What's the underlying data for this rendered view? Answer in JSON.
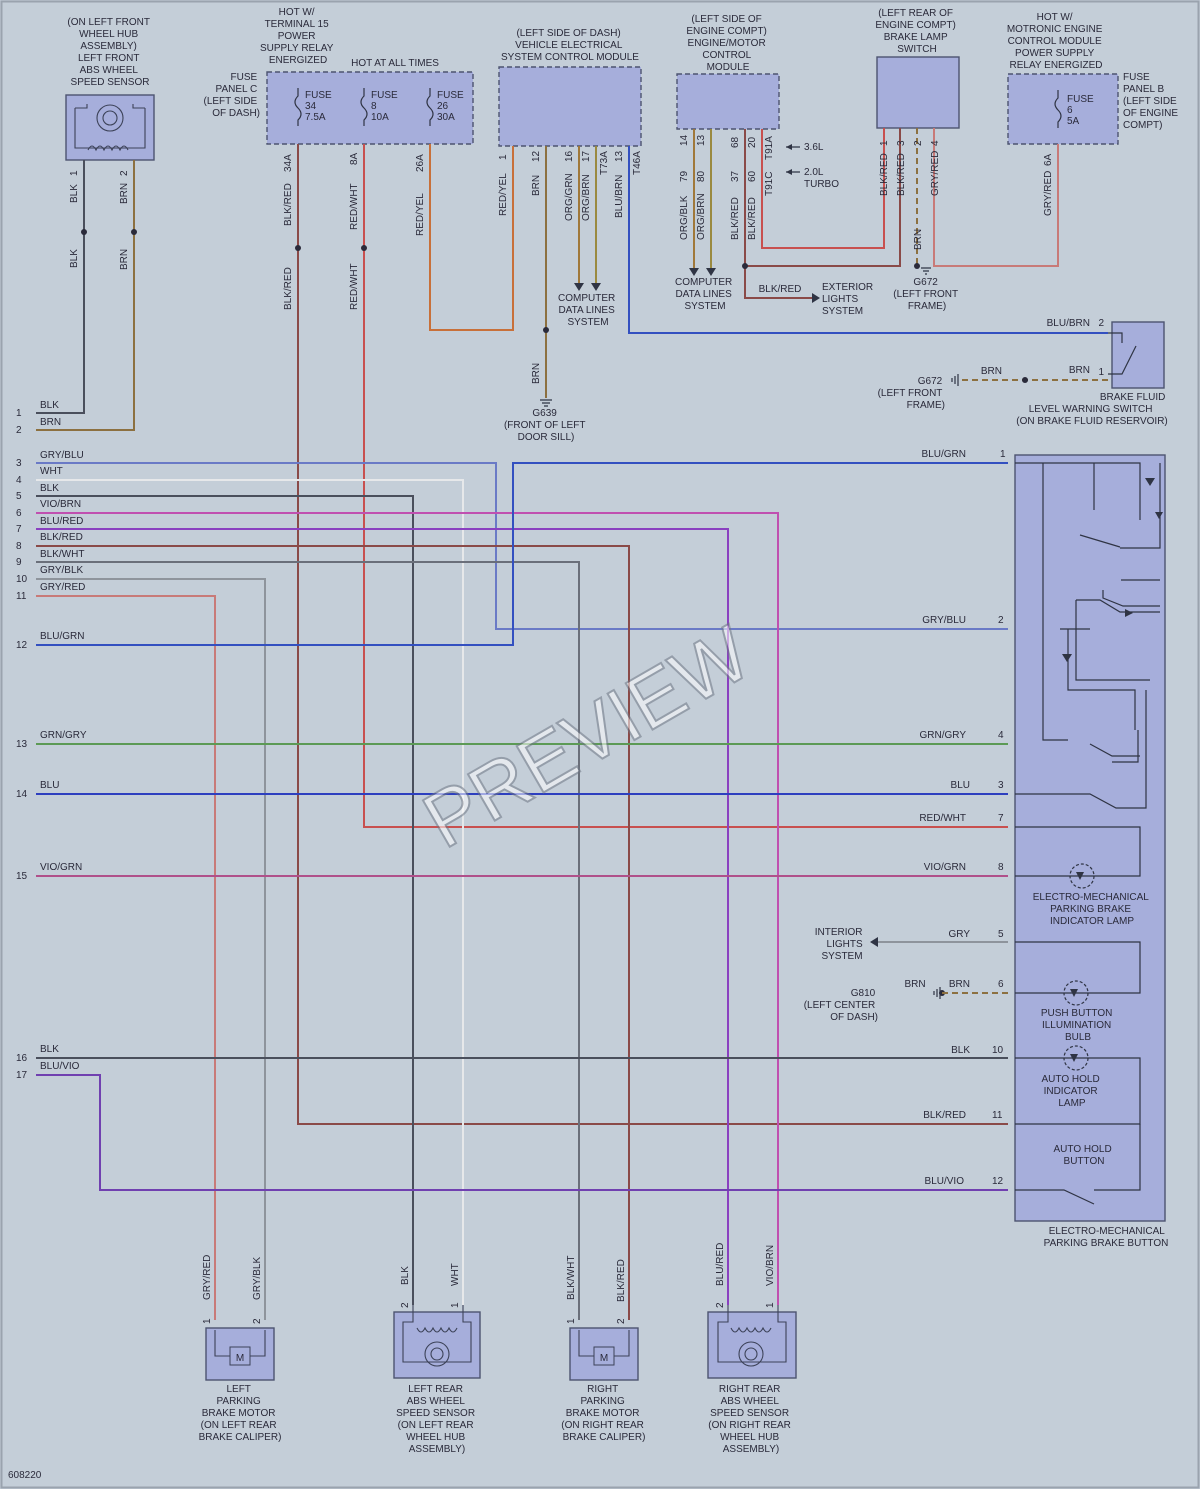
{
  "doc_id": "608220",
  "watermark": "PREVIEW",
  "components": {
    "lf_sensor": [
      "(ON LEFT FRONT",
      "WHEEL HUB",
      "ASSEMBLY)",
      "LEFT FRONT",
      "ABS WHEEL",
      "SPEED SENSOR"
    ],
    "hot_t15": [
      "HOT W/",
      "TERMINAL 15",
      "POWER",
      "SUPPLY RELAY",
      "ENERGIZED"
    ],
    "hot_always": "HOT AT ALL TIMES",
    "fuse_panel_c": [
      "FUSE",
      "PANEL C",
      "(LEFT SIDE",
      "OF DASH)"
    ],
    "fuses_c": [
      {
        "lines": [
          "FUSE",
          "34",
          "7.5A"
        ]
      },
      {
        "lines": [
          "FUSE",
          "8",
          "10A"
        ]
      },
      {
        "lines": [
          "FUSE",
          "26",
          "30A"
        ]
      }
    ],
    "vescm": [
      "(LEFT SIDE OF DASH)",
      "VEHICLE ELECTRICAL",
      "SYSTEM CONTROL MODULE"
    ],
    "ecm": [
      "(LEFT SIDE OF",
      "ENGINE COMPT)",
      "ENGINE/MOTOR",
      "CONTROL",
      "MODULE"
    ],
    "brake_lamp": [
      "(LEFT REAR OF",
      "ENGINE COMPT)",
      "BRAKE LAMP",
      "SWITCH"
    ],
    "hot_motronic": [
      "HOT W/",
      "MOTRONIC ENGINE",
      "CONTROL MODULE",
      "POWER SUPPLY",
      "RELAY ENERGIZED"
    ],
    "fuse_panel_b": [
      "FUSE",
      "PANEL B",
      "(LEFT SIDE",
      "OF ENGINE",
      "COMPT)"
    ],
    "fuse_b": [
      "FUSE",
      "6",
      "5A"
    ],
    "engine_36": "3.6L",
    "engine_20": [
      "2.0L",
      "TURBO"
    ],
    "computer_data_1": [
      "COMPUTER",
      "DATA LINES",
      "SYSTEM"
    ],
    "computer_data_2": [
      "COMPUTER",
      "DATA LINES",
      "SYSTEM"
    ],
    "exterior_lights": [
      "EXTERIOR",
      "LIGHTS",
      "SYSTEM"
    ],
    "g672_top": [
      "G672",
      "(LEFT FRONT",
      "FRAME)"
    ],
    "g639": [
      "G639",
      "(FRONT OF LEFT",
      "DOOR SILL)"
    ],
    "g672_mid": [
      "G672",
      "(LEFT FRONT",
      "FRAME)"
    ],
    "brake_fluid": [
      "BRAKE FLUID",
      "LEVEL WARNING SWITCH",
      "(ON BRAKE FLUID RESERVOIR)"
    ],
    "ind_lamp": [
      "ELECTRO-MECHANICAL",
      "PARKING BRAKE",
      "INDICATOR LAMP"
    ],
    "interior_lights": [
      "INTERIOR",
      "LIGHTS",
      "SYSTEM"
    ],
    "g810": [
      "G810",
      "(LEFT CENTER",
      "OF DASH)"
    ],
    "push_bulb": [
      "PUSH BUTTON",
      "ILLUMINATION",
      "BULB"
    ],
    "auto_hold_lamp": [
      "AUTO HOLD",
      "INDICATOR",
      "LAMP"
    ],
    "auto_hold_btn": [
      "AUTO HOLD",
      "BUTTON"
    ],
    "epb_button": [
      "ELECTRO-MECHANICAL",
      "PARKING BRAKE BUTTON"
    ],
    "l_motor": [
      "LEFT",
      "PARKING",
      "BRAKE MOTOR",
      "(ON LEFT REAR",
      "BRAKE CALIPER)"
    ],
    "lr_sensor": [
      "LEFT REAR",
      "ABS WHEEL",
      "SPEED SENSOR",
      "(ON LEFT REAR",
      "WHEEL HUB",
      "ASSEMBLY)"
    ],
    "r_motor": [
      "RIGHT",
      "PARKING",
      "BRAKE MOTOR",
      "(ON RIGHT REAR",
      "BRAKE CALIPER)"
    ],
    "rr_sensor": [
      "RIGHT REAR",
      "ABS WHEEL",
      "SPEED SENSOR",
      "(ON RIGHT REAR",
      "WHEEL HUB",
      "ASSEMBLY)"
    ],
    "motor_symbol": "M"
  },
  "wire_colors": {
    "blk": "#4a4f5c",
    "brn": "#8c7040",
    "gry": "#8e949c",
    "wht": "#e6e8ea",
    "blu": "#2d3fbf",
    "blugrn": "#3350c0",
    "grnblu": "#6a7ac6",
    "grn": "#5c9a55",
    "red": "#d4585a",
    "redwht": "#c8504f",
    "redyel": "#c8703a",
    "blkred": "#8a4a48",
    "viogrn": "#b0508a",
    "vio": "#7040b0",
    "orgblk": "#a0783a",
    "grybrn": "#9a8a40",
    "gryred": "#c87a78",
    "pink": "#c050b0",
    "blured": "#8a40c0"
  },
  "module_pins": [
    {
      "num": "1",
      "color": "BLK"
    },
    {
      "num": "2",
      "color": "BRN"
    },
    {
      "num": "3",
      "color": "GRY/BLU"
    },
    {
      "num": "4",
      "color": "WHT"
    },
    {
      "num": "5",
      "color": "BLK"
    },
    {
      "num": "6",
      "color": "VIO/BRN"
    },
    {
      "num": "7",
      "color": "BLU/RED"
    },
    {
      "num": "8",
      "color": "BLK/RED"
    },
    {
      "num": "9",
      "color": "BLK/WHT"
    },
    {
      "num": "10",
      "color": "GRY/BLK"
    },
    {
      "num": "11",
      "color": "GRY/RED"
    },
    {
      "num": "12",
      "color": "BLU/GRN"
    },
    {
      "num": "13",
      "color": "GRN/GRY"
    },
    {
      "num": "14",
      "color": "BLU"
    },
    {
      "num": "15",
      "color": "VIO/GRN"
    },
    {
      "num": "16",
      "color": "BLK"
    },
    {
      "num": "17",
      "color": "BLU/VIO"
    }
  ],
  "button_pins": [
    {
      "num": "1",
      "color": "BLU/GRN"
    },
    {
      "num": "2",
      "color": "GRY/BLU"
    },
    {
      "num": "4",
      "color": "GRN/GRY"
    },
    {
      "num": "3",
      "color": "BLU"
    },
    {
      "num": "7",
      "color": "RED/WHT"
    },
    {
      "num": "8",
      "color": "VIO/GRN"
    },
    {
      "num": "5",
      "color": "GRY"
    },
    {
      "num": "6",
      "color": "BRN"
    },
    {
      "num": "10",
      "color": "BLK"
    },
    {
      "num": "11",
      "color": "BLK/RED"
    },
    {
      "num": "12",
      "color": "BLU/VIO"
    }
  ],
  "vertical_labels": {
    "lf_pin1": "1",
    "lf_pin2": "2",
    "lf_c1_top": "BLK",
    "lf_c2_top": "BRN",
    "lf_c1_bot": "BLK",
    "lf_c2_bot": "BRN",
    "f34_pin": "34A",
    "f34_c": "BLK/RED",
    "f34_c2": "BLK/RED",
    "f8_pin": "8A",
    "f8_c": "RED/WHT",
    "f8_c2": "RED/WHT",
    "f26_pin": "26A",
    "f26_c": "RED/YEL",
    "v1_pin": "1",
    "v1_c": "RED/YEL",
    "v12_pin": "12",
    "v12_c": "BRN",
    "v16_pin": "16",
    "v16_c": "ORG/GRN",
    "v17_pin": "17",
    "v17_c": "ORG/BRN",
    "v13_pin": "13",
    "v13_c": "BLU/BRN",
    "t73a": "T73A",
    "t46a": "T46A",
    "e14": "14",
    "e13": "13",
    "e68": "68",
    "e20": "20",
    "e79": "79",
    "e80": "80",
    "e37": "37",
    "e60": "60",
    "t91a": "T91A",
    "t91c": "T91C",
    "e_c1": "ORG/BLK",
    "e_c2": "ORG/BRN",
    "e_c3": "BLK/RED",
    "e_c4": "BLK/RED",
    "bl1": "1",
    "bl3": "3",
    "bl2": "2",
    "bl4": "4",
    "bl_c1": "BLK/RED",
    "bl_c3": "BLK/RED",
    "bl_c4": "GRY/RED",
    "bl_c2": "BRN",
    "fb_pin": "6A",
    "fb_c": "GRY/RED",
    "g639_c": "BRN",
    "lm_c1": "GRY/RED",
    "lm_c2": "GRY/BLK",
    "lr_c1": "BLK",
    "lr_c2": "WHT",
    "rm_c1": "BLK/WHT",
    "rm_c2": "BLK/RED",
    "rr_c1": "BLU/RED",
    "rr_c2": "VIO/BRN",
    "p1": "1",
    "p2": "2"
  },
  "horiz_labels": {
    "blk_red_ext": "BLK/RED",
    "blu_brn": "BLU/BRN",
    "bf_pin2": "2",
    "bf_pin1": "1",
    "brn_a": "BRN",
    "brn_b": "BRN",
    "g810_brn": "BRN"
  }
}
